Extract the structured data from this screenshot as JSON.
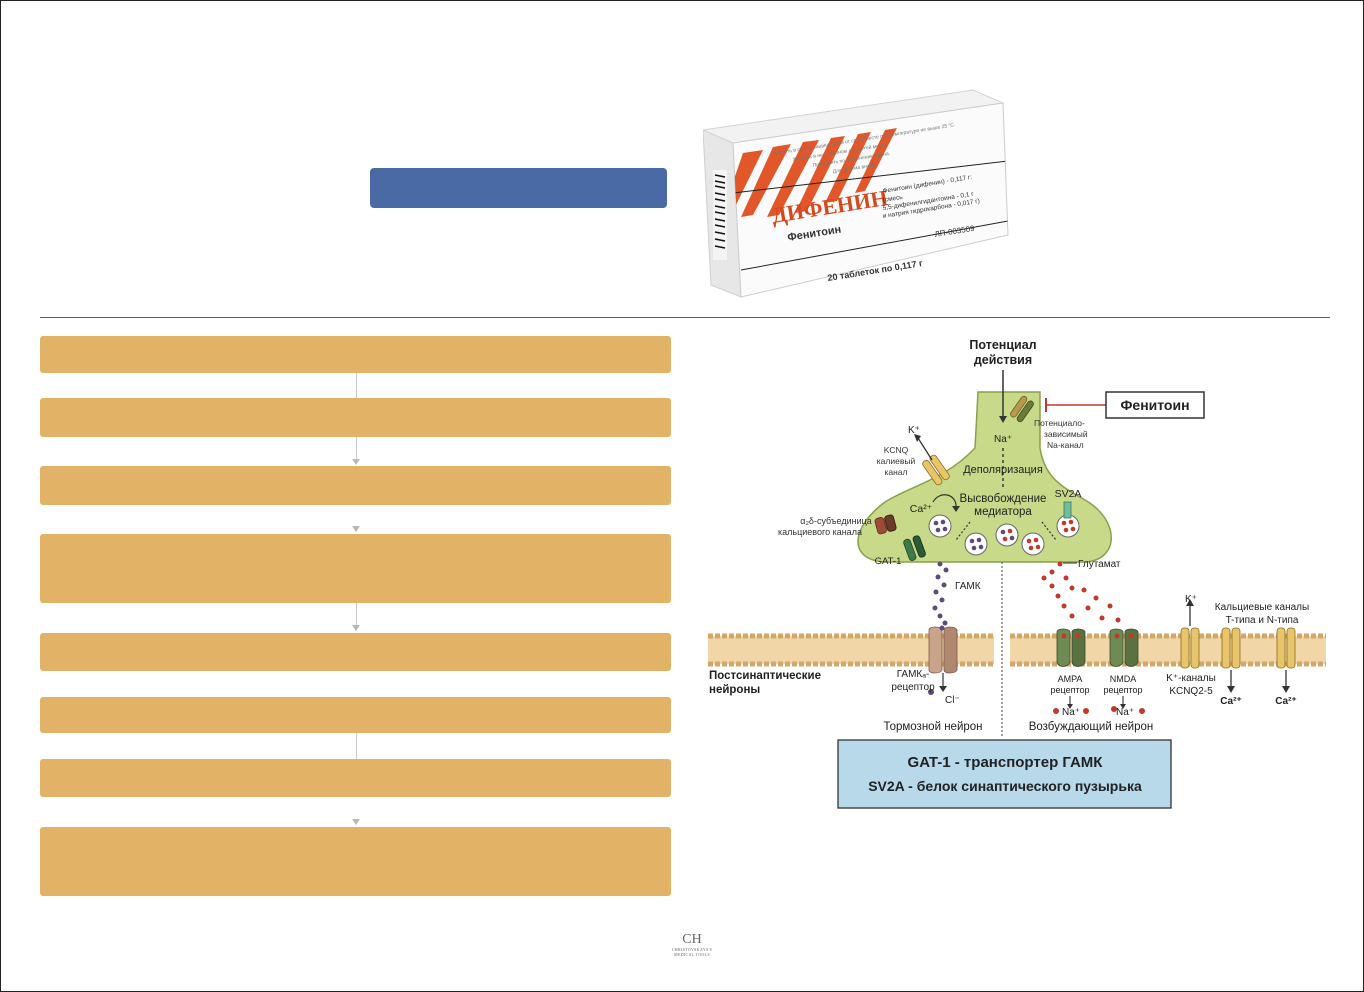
{
  "product_box": {
    "brand": "ДИФЕНИН",
    "inn": "Фенитоин",
    "composition": [
      "Фенитоин (дифенин) - 0,117 г:",
      "(смесь",
      "5,5-дифенилгидантоина - 0,1 г",
      "и натрия гидрокарбона - 0,017 г)"
    ],
    "reg_number": "ЛП-003509",
    "quantity": "20 таблеток по 0,117 г",
    "storage": [
      "Хранить в сухом, защищенном от света месте при температуре не выше 25 °С.",
      "Хранить в недоступном для детей месте.",
      "Применять по назначению врача.",
      "Для приема внутрь."
    ]
  },
  "diagram": {
    "action_potential": [
      "Потенциал",
      "действия"
    ],
    "drug_label": "Фенитоин",
    "k_top": "K⁺",
    "kcnq_label": [
      "KCNQ",
      "калиевый",
      "канал"
    ],
    "na_ion": "Na⁺",
    "na_channel": [
      "Потенциало-",
      "зависимый",
      "Na-канал"
    ],
    "depolarization": "Деполяризация",
    "release": [
      "Высвобождение",
      "медиатора"
    ],
    "sv2a": "SV2A",
    "ca_ion": "Ca²⁺",
    "a2d_label": [
      "α₂δ-субъединица",
      "кальциевого канала"
    ],
    "gat1": "GAT-1",
    "gaba": "ГАМК",
    "glutamate": "Глутамат",
    "postsynaptic": [
      "Постсинаптические",
      "нейроны"
    ],
    "gaba_receptor": [
      "ГАМКₐ-",
      "рецептор"
    ],
    "cl_ion": "Cl⁻",
    "ampa": [
      "AMPA",
      "рецептор"
    ],
    "nmda": [
      "NMDA",
      "рецептор"
    ],
    "na_plus": "Na⁺",
    "k_right": "K⁺",
    "k_channels": [
      "K⁺-каналы",
      "KCNQ2-5"
    ],
    "ca_channels": [
      "Кальциевые каналы",
      "T-типа и N-типа"
    ],
    "ca_plus": "Ca²⁺",
    "inhibitory": "Тормозной нейрон",
    "excitatory": "Возбуждающий нейрон",
    "legend_line1": "GAT-1 - транспортер ГАМК",
    "legend_line2": "SV2A - белок синаптического пузырька"
  },
  "logo": {
    "mono": "CH",
    "sub1": "CHRISTOVSKAYA'S",
    "sub2": "MEDICAL TOOLS"
  },
  "colors": {
    "accent_blue": "#4a6aa6",
    "flow_box": "#e2b366",
    "neuron_fill": "#c8d98a",
    "legend_fill": "#b7d9ea",
    "inhibitor_red": "#c0392b"
  }
}
